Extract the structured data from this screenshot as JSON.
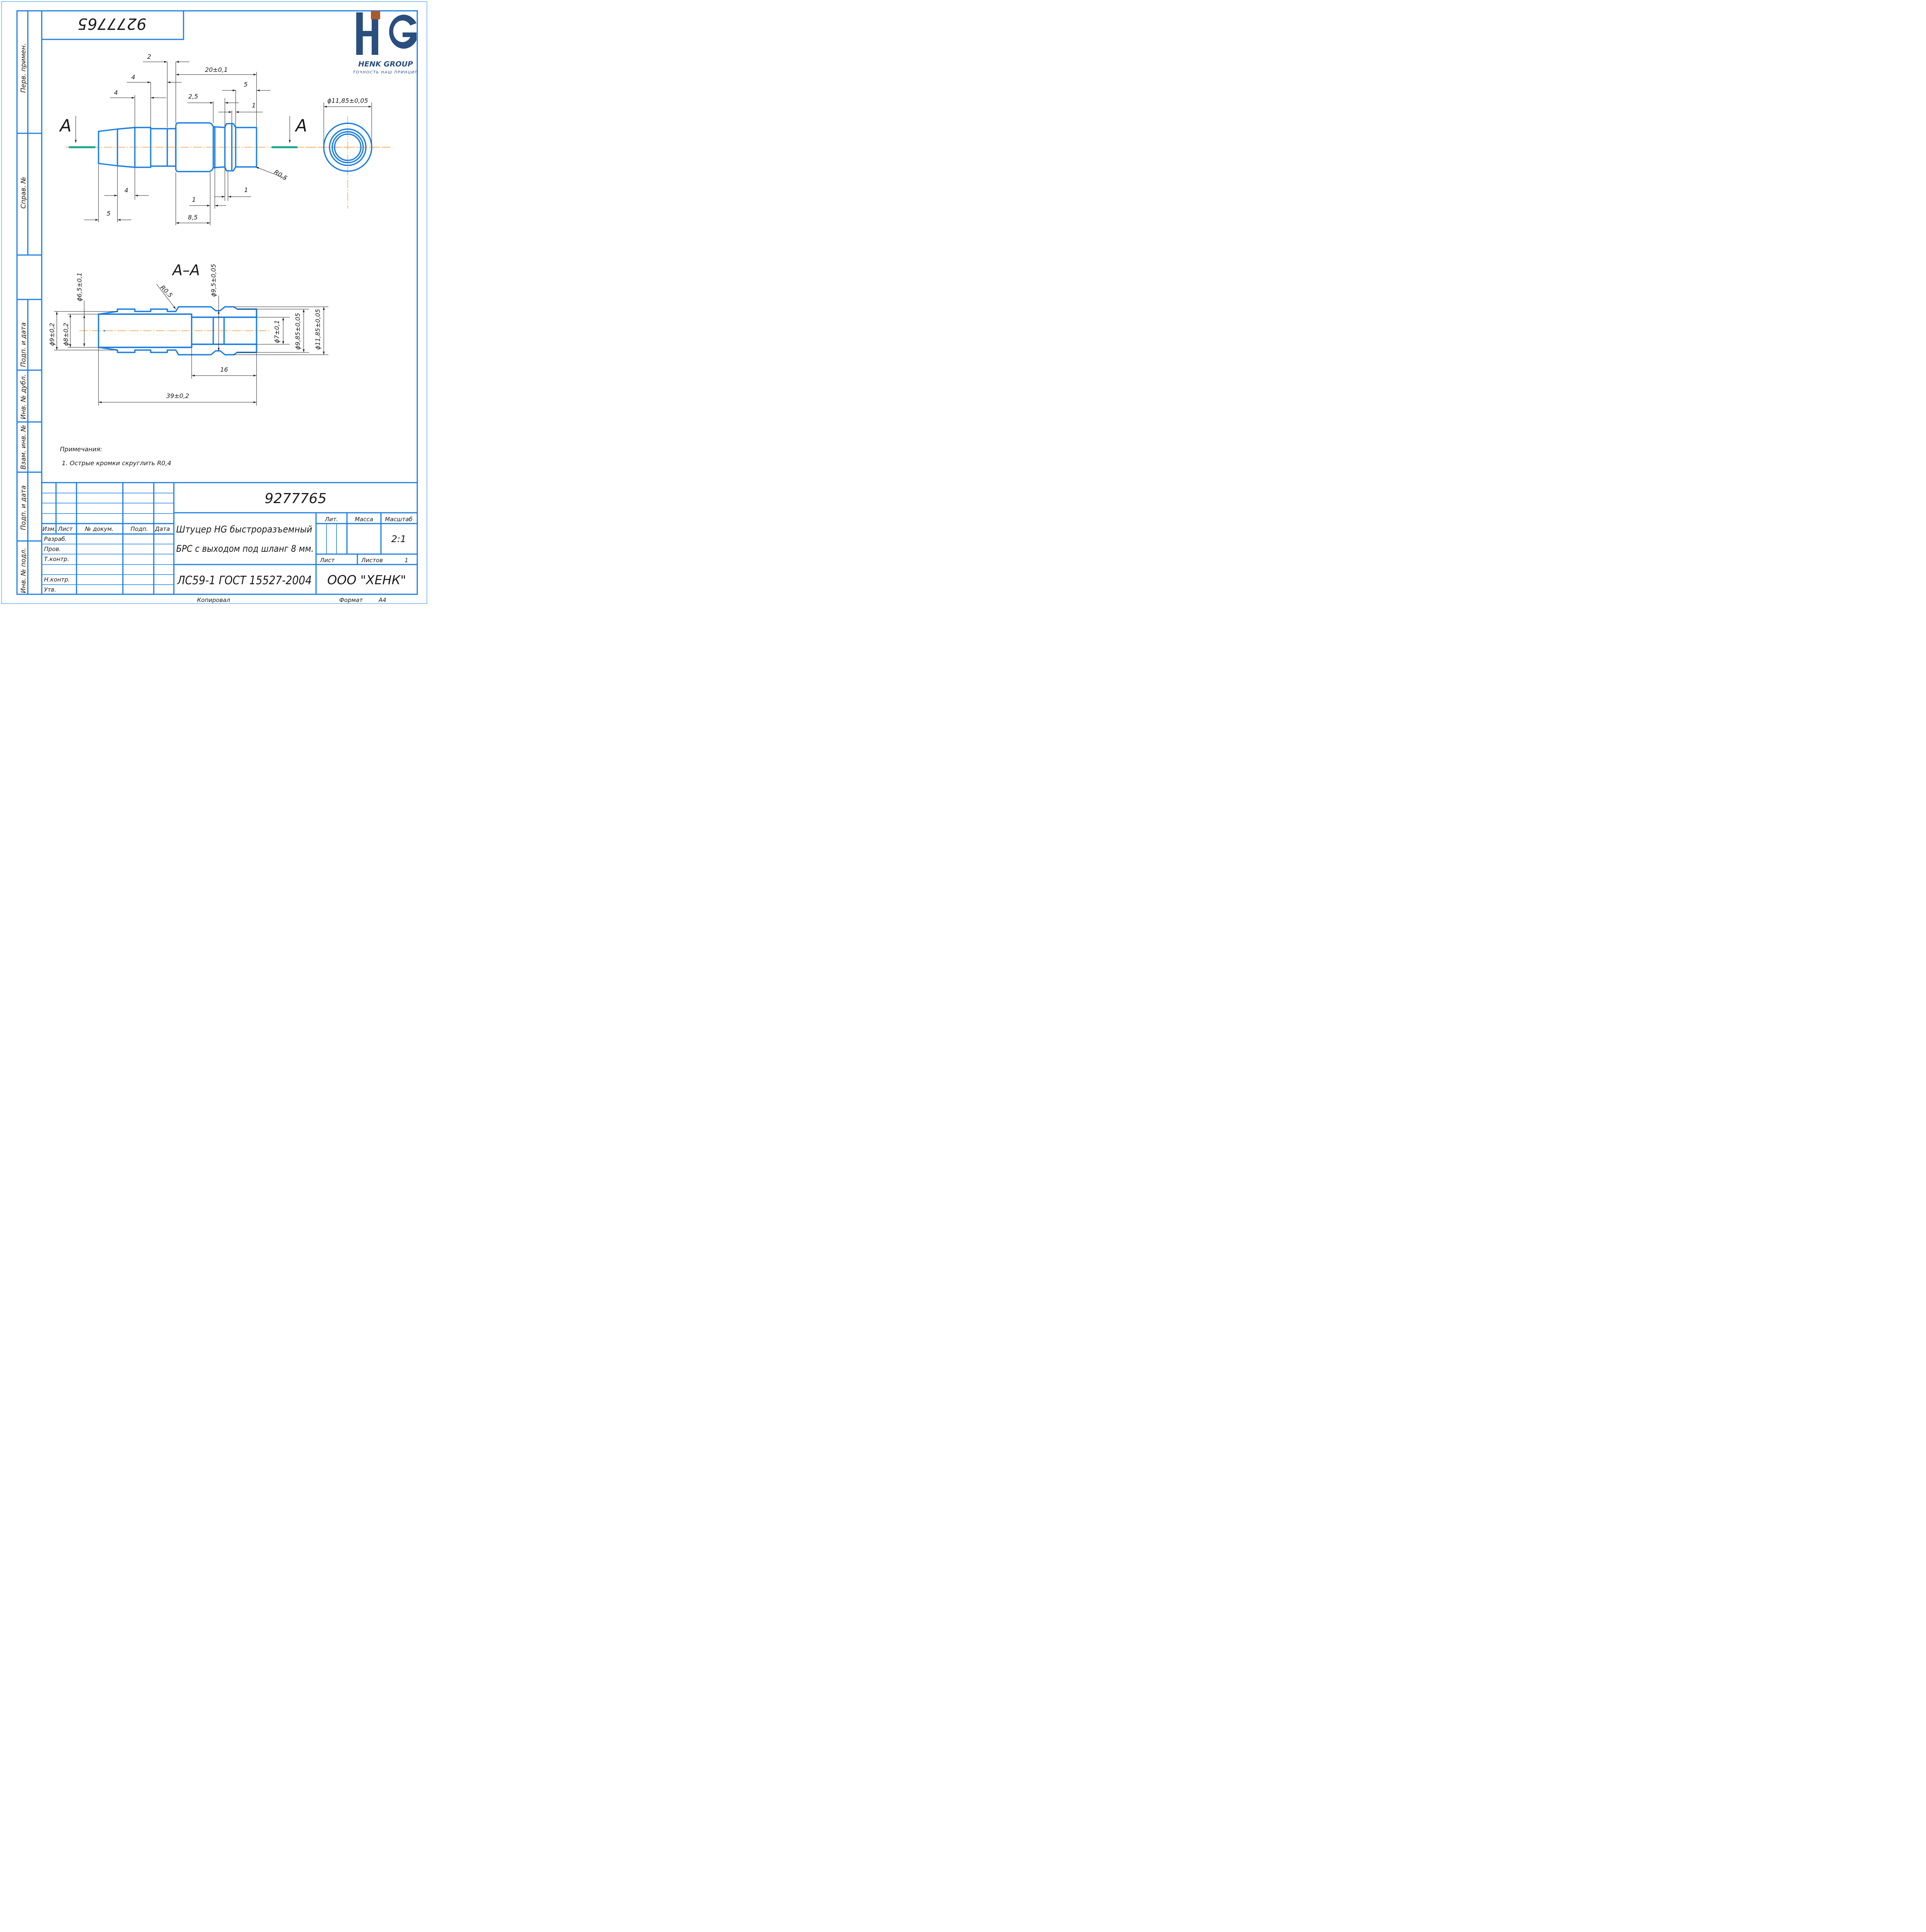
{
  "drawing_number": "9277765",
  "logo": {
    "letters": "HG",
    "company": "HENK GROUP",
    "slogan": "ТОЧНОСТЬ НАШ ПРИНЦИП"
  },
  "side_labels": {
    "perv_primen": "Перв. примен.",
    "sprav_no": "Справ. №",
    "podp_i_data_1": "Подп. и дата",
    "inv_no_dubl": "Инв. № дубл.",
    "vzam_inv_no": "Взам. инв. №",
    "podp_i_data_2": "Подп. и дата",
    "inv_no_podl": "Инв. № подл."
  },
  "view_labels": {
    "section_left": "А",
    "section_right": "А",
    "section_title": "А–А"
  },
  "dimensions": {
    "d2": "2",
    "d20": "20±0,1",
    "d4a": "4",
    "d5top": "5",
    "d4b": "4",
    "d25": "2,5",
    "d1top": "1",
    "r05a": "R0,5",
    "d11_85": "ϕ11,85±0,05",
    "d4c": "4",
    "d1r": "1",
    "d5bot": "5",
    "d1l": "1",
    "d85": "8,5",
    "r05b": "R0,5",
    "d65": "ϕ6,5±0,1",
    "d95": "ϕ9,5±0,05",
    "d9": "ϕ9±0,2",
    "d8": "ϕ8±0,2",
    "d7": "ϕ7±0,1",
    "d985": "ϕ9,85±0,05",
    "d1185b": "ϕ11,85±0,05",
    "d16": "16",
    "d39": "39±0,2"
  },
  "notes": {
    "title": "Примечания:",
    "item1": "1. Острые кромки скруглить R0,4"
  },
  "title_block": {
    "designation": "9277765",
    "name_line1": "Штуцер HG быстроразъемный",
    "name_line2": "БРС с выходом под шланг 8 мм.",
    "material": "ЛС59-1 ГОСТ 15527-2004",
    "company": "ООО \"ХЕНК\"",
    "col_izm": "Изм.",
    "col_list": "Лист",
    "col_doc": "№ докум.",
    "col_podp": "Подп.",
    "col_data": "Дата",
    "razrab": "Разраб.",
    "prov": "Пров.",
    "tkontr": "Т.контр.",
    "nkontr": "Н.контр.",
    "utv": "Утв.",
    "lit": "Лит.",
    "massa": "Масса",
    "masshtab": "Масштаб",
    "scale": "2:1",
    "sheet": "Лист",
    "sheets": "Листов",
    "sheets_count": "1",
    "kopiroval": "Копировал",
    "format_label": "Формат",
    "format": "А4"
  },
  "colors": {
    "line": "#1e7fe0",
    "axis": "#f28b1e",
    "section": "#17a58f",
    "logo_blue": "#2a4f7f",
    "logo_accent": "#a95a2e"
  }
}
